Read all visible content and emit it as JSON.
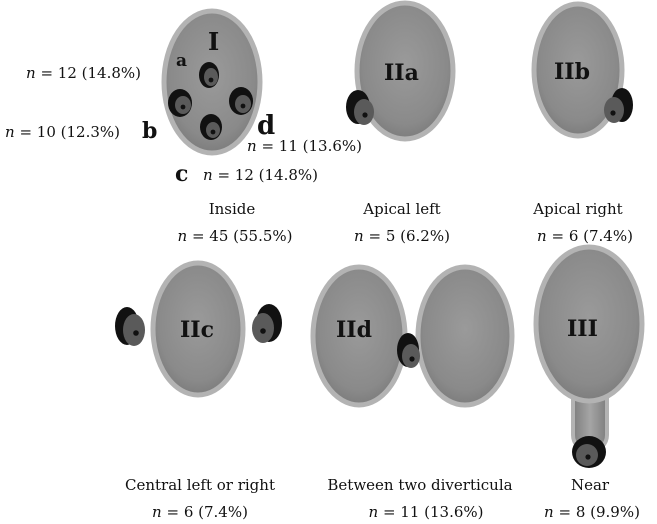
{
  "types": {
    "I": "I",
    "IIa": "IIa",
    "IIb": "IIb",
    "IIc": "IIc",
    "IId": "IId",
    "III": "III"
  },
  "sublocations": {
    "a": {
      "letter": "a",
      "n": "n",
      "count": " = 12 (14.8%)"
    },
    "b": {
      "letter": "b",
      "n": "n",
      "count": " = 10 (12.3%)"
    },
    "c": {
      "letter": "c",
      "n": "n",
      "count": " = 12 (14.8%)"
    },
    "d": {
      "letter": "d",
      "n": "n",
      "count": " = 11 (13.6%)"
    }
  },
  "captions": [
    {
      "label": "Inside",
      "n": "n",
      "count": " = 45 (55.5%)"
    },
    {
      "label": "Apical left",
      "n": "n",
      "count": " = 5 (6.2%)"
    },
    {
      "label": "Apical right",
      "n": "n",
      "count": " = 6 (7.4%)"
    },
    {
      "label": "Central left or right",
      "n": "n",
      "count": " = 6 (7.4%)"
    },
    {
      "label": "Between two diverticula",
      "n": "n",
      "count": " = 11 (13.6%)"
    },
    {
      "label": "Near",
      "n": "n",
      "count": " = 8 (9.9%)"
    }
  ],
  "colors": {
    "diverticulum_fill": "#8c8c8c",
    "diverticulum_rim": "#b0b0b0",
    "stone_dark": "#1a1a1a",
    "stone_mid": "#555555"
  }
}
